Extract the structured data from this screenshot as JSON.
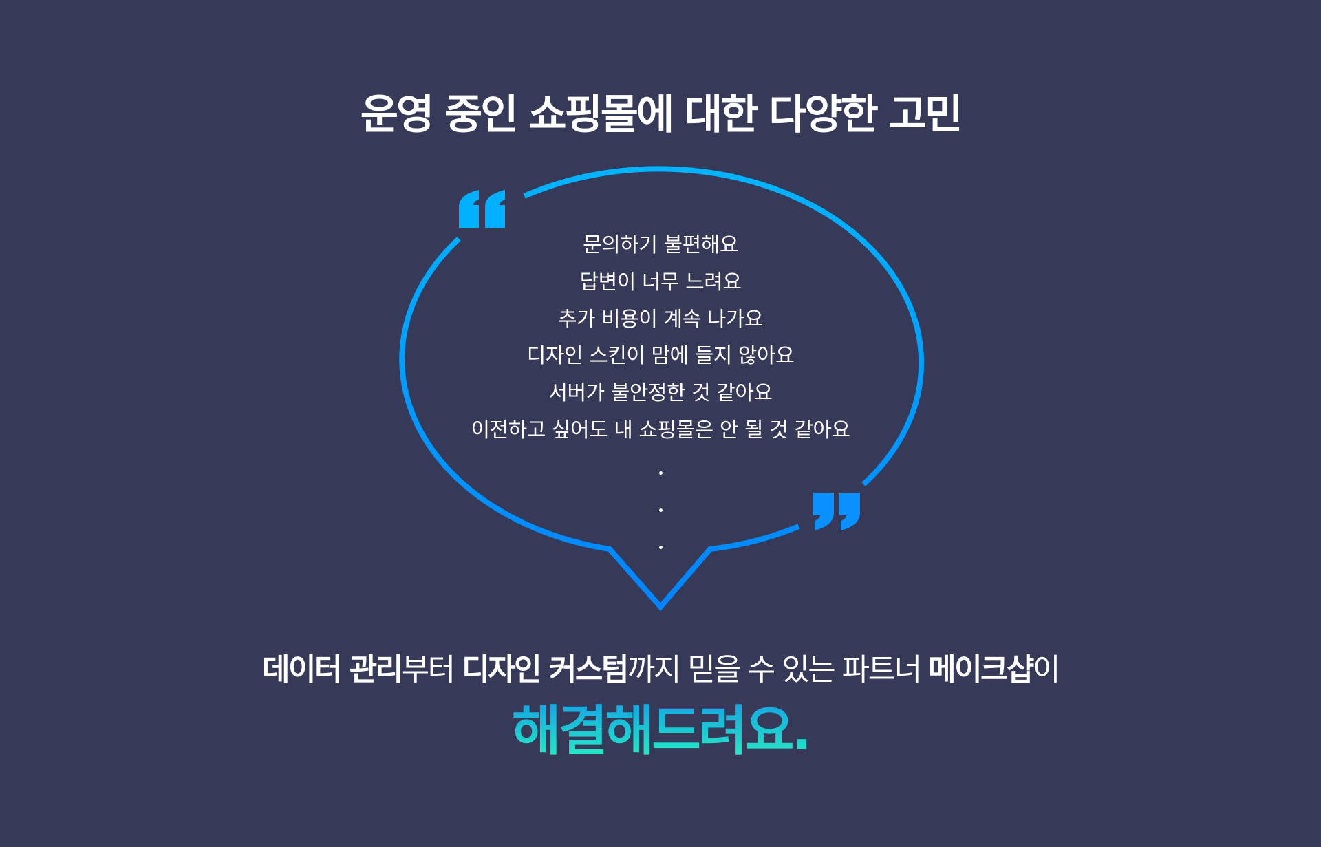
{
  "title": "운영 중인 쇼핑몰에 대한 다양한 고민",
  "concerns": [
    "문의하기 불편해요",
    "답변이 너무 느려요",
    "추가 비용이 계속 나가요",
    "디자인 스킨이 맘에 들지 않아요",
    "서버가 불안정한 것 같아요",
    "이전하고 싶어도 내 쇼핑몰은 안 될 것 같아요"
  ],
  "subline": {
    "p1": "데이터 관리",
    "p2": "부터 ",
    "p3": "디자인 커스텀",
    "p4": "까지 믿을 수 있는 파트너 ",
    "p5": "메이크샵",
    "p6": "이"
  },
  "headline": "해결해드려요.",
  "colors": {
    "background": "#363957",
    "bubble_top": "#00b4ff",
    "bubble_bottom": "#0088ff",
    "headline_top": "#13a3e6",
    "headline_bottom": "#27f0c0"
  }
}
